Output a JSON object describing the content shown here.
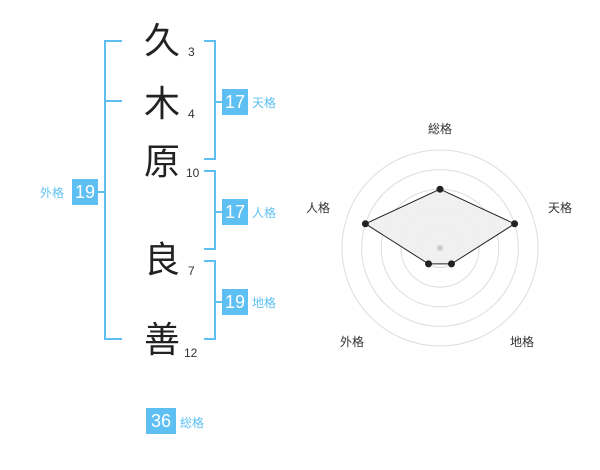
{
  "name": {
    "characters": [
      {
        "char": "久",
        "strokes": "3"
      },
      {
        "char": "木",
        "strokes": "4"
      },
      {
        "char": "原",
        "strokes": "10"
      },
      {
        "char": "良",
        "strokes": "7"
      },
      {
        "char": "善",
        "strokes": "12"
      }
    ]
  },
  "fortune": {
    "tenkaku": {
      "label": "天格",
      "value": "17"
    },
    "jinkaku": {
      "label": "人格",
      "value": "17"
    },
    "chikaku": {
      "label": "地格",
      "value": "19"
    },
    "gaikaku": {
      "label": "外格",
      "value": "19"
    },
    "soukaku": {
      "label": "総格",
      "value": "36"
    }
  },
  "chart_data": {
    "type": "radar",
    "axes": [
      "総格",
      "天格",
      "地格",
      "外格",
      "人格"
    ],
    "values": [
      3,
      4,
      1,
      1,
      4
    ],
    "max": 5,
    "rings": 5
  },
  "colors": {
    "accent": "#5ec0f2",
    "radar_fill": "#eeeeee",
    "radar_grid": "#dddddd"
  }
}
